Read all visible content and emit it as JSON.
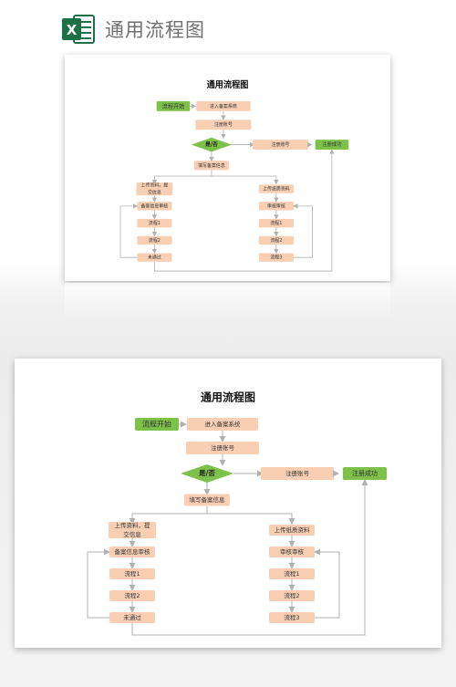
{
  "header": {
    "title": "通用流程图",
    "icon": "excel-icon",
    "icon_letter": "X"
  },
  "colors": {
    "green": "#7dc04a",
    "peach": "#f8cfb3",
    "diamond": "#7dc04a",
    "line": "#b0b0b0",
    "excel": "#1d7146"
  },
  "flowchart": {
    "title": "通用流程图",
    "start": "流程开始",
    "enter_system": "进入备案系统",
    "register_account": "注册账号",
    "decision": "是/否",
    "register_account_no": "注册账号",
    "register_success": "注册成功",
    "fill_info": "填写备案信息",
    "left_branch": {
      "upload_lines": [
        "上传资料，提",
        "交信息"
      ],
      "review": "备案信息审核",
      "step1": "流程1",
      "step2": "流程2",
      "fail": "未通过"
    },
    "right_branch": {
      "upload": "上传纸质资料",
      "review": "审核审核",
      "step1": "流程1",
      "step2": "流程2",
      "step3": "流程3"
    }
  }
}
